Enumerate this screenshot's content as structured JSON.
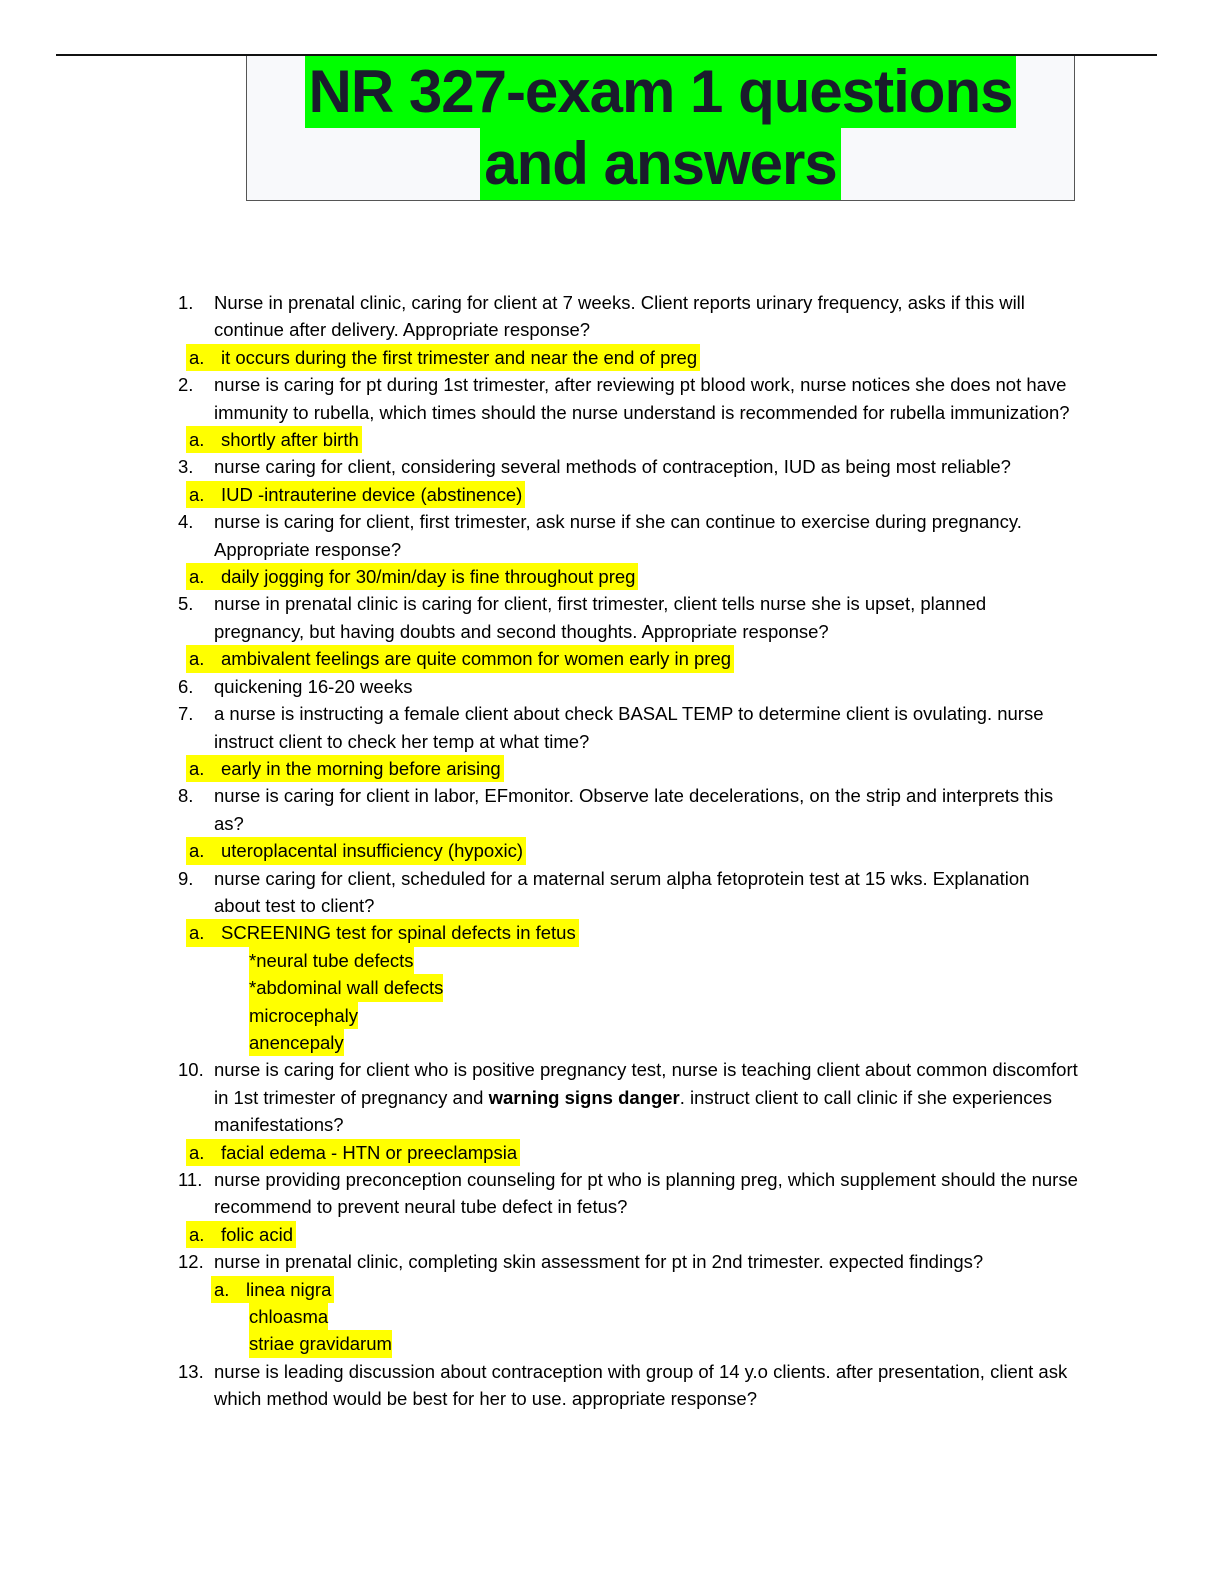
{
  "title": {
    "line1": "NR 327-exam 1 questions",
    "line2": "and answers"
  },
  "questions": [
    {
      "num": "1.",
      "text": "Nurse in prenatal clinic, caring for client at 7 weeks. Client reports urinary frequency, asks if this will continue after delivery. Appropriate response?",
      "answer_label": "a.",
      "answer": "it occurs during the first trimester and near the end of preg"
    },
    {
      "num": "2.",
      "text": "nurse is caring for pt during 1st trimester, after reviewing pt blood work, nurse notices she does not have immunity to rubella, which times should the nurse understand is recommended for rubella immunization?",
      "answer_label": "a.",
      "answer": "shortly after birth"
    },
    {
      "num": "3.",
      "text": "nurse caring for client, considering several methods of contraception, IUD as being most reliable?",
      "answer_label": "a.",
      "answer": "IUD -intrauterine device (abstinence)"
    },
    {
      "num": "4.",
      "text": "nurse is caring for client, first trimester, ask nurse if she can continue to exercise during pregnancy. Appropriate response?",
      "answer_label": "a.",
      "answer": "daily jogging for 30/min/day is fine throughout preg"
    },
    {
      "num": "5.",
      "text": "nurse in prenatal clinic is caring for client, first trimester, client tells nurse she is upset, planned pregnancy, but having doubts and second thoughts. Appropriate response?",
      "answer_label": "a.",
      "answer": "ambivalent feelings are quite common for women early in preg"
    },
    {
      "num": "6.",
      "text": "quickening 16-20 weeks"
    },
    {
      "num": "7.",
      "text": "a nurse is instructing a female client about check BASAL TEMP to determine client is ovulating. nurse instruct client to check her temp at what time?",
      "answer_label": "a.",
      "answer": "early in the morning before arising"
    },
    {
      "num": "8.",
      "text": "nurse is caring for client in labor, EFmonitor. Observe late decelerations, on the strip and interprets this as?",
      "answer_label": "a.",
      "answer": "uteroplacental insufficiency (hypoxic)"
    },
    {
      "num": "9.",
      "text": "nurse caring for client, scheduled for a maternal serum alpha fetoprotein test at 15 wks. Explanation about test to client?",
      "answer_label": "a.",
      "answer": "SCREENING test for spinal defects in fetus",
      "sub": [
        "*neural tube defects",
        "*abdominal wall defects",
        "microcephaly",
        "anencepaly"
      ]
    },
    {
      "num": "10.",
      "text_before": "nurse is caring for client who is positive pregnancy test, nurse is teaching client about common discomfort in 1st trimester of pregnancy and ",
      "text_bold": "warning signs danger",
      "text_after": ". instruct client to call clinic if she experiences manifestations?",
      "answer_label": "a.",
      "answer": "facial edema - HTN or preeclampsia"
    },
    {
      "num": "11.",
      "text": "nurse providing preconception counseling for pt who is planning preg, which supplement should the nurse recommend to prevent neural tube defect in fetus?",
      "answer_label": "a.",
      "answer": "folic acid"
    },
    {
      "num": "12.",
      "text": "nurse in prenatal clinic, completing skin assessment for pt in 2nd trimester. expected findings?",
      "answer_label": "a.",
      "answer": "linea nigra",
      "sub": [
        "chloasma",
        "striae gravidarum"
      ]
    },
    {
      "num": "13.",
      "text": "nurse is leading discussion about contraception with group of 14 y.o clients. after presentation, client ask which method would be best for her to use. appropriate response?"
    }
  ]
}
